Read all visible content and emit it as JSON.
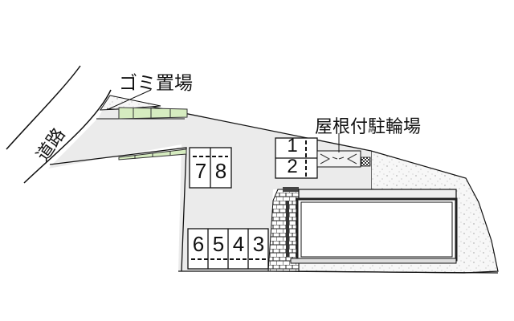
{
  "labels": {
    "road": "道路",
    "garbage_area": "ゴミ置場",
    "covered_bicycle_parking": "屋根付駐輪場"
  },
  "parking_spaces": [
    {
      "number": "1"
    },
    {
      "number": "2"
    },
    {
      "number": "3"
    },
    {
      "number": "4"
    },
    {
      "number": "5"
    },
    {
      "number": "6"
    },
    {
      "number": "7"
    },
    {
      "number": "8"
    }
  ],
  "colors": {
    "lot_fill": "#ebebeb",
    "planting_fill": "#d6ecc0",
    "outline": "#111111",
    "gravel_fill": "#f4f4f4"
  }
}
